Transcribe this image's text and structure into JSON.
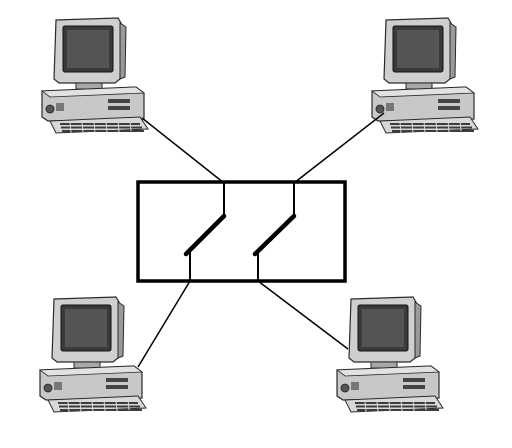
{
  "diagram": {
    "background_color": "#ffffff",
    "line_color": "#000000",
    "monitor_screen_color": "#3a3a3a",
    "case_color": "#c8c8c8",
    "nodes": [
      {
        "name": "computer-top-left"
      },
      {
        "name": "computer-top-right"
      },
      {
        "name": "computer-bottom-left"
      },
      {
        "name": "computer-bottom-right"
      }
    ],
    "switch": {
      "name": "crossbar-switch",
      "contacts": 2
    },
    "connections": [
      {
        "from": "computer-top-left",
        "to": "crossbar-switch"
      },
      {
        "from": "computer-top-right",
        "to": "crossbar-switch"
      },
      {
        "from": "computer-bottom-left",
        "to": "crossbar-switch"
      },
      {
        "from": "computer-bottom-right",
        "to": "crossbar-switch"
      }
    ]
  }
}
